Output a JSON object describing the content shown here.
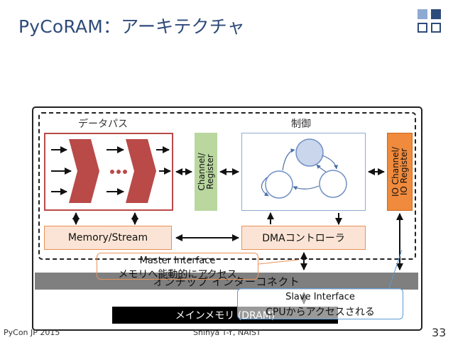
{
  "slide": {
    "title": "PyCoRAM：アーキテクチャ",
    "footer_left": "PyCon JP 2015",
    "footer_center": "Shinya T-Y, NAIST",
    "page_number": "33"
  },
  "diagram": {
    "datapath_label": "データパス",
    "control_label": "制御",
    "channel_register": "Channel/\nRegister",
    "io_channel": "IO Channel/\nIO Register",
    "memory_stream": "Memory/Stream",
    "dma_controller": "DMAコントローラ",
    "interconnect": "オンチップ インターコネクト",
    "dram": "メインメモリ (DRAM)",
    "master_interface": "Master Interface",
    "master_desc": "メモリへ能動的にアクセス",
    "slave_interface": "Slave Interface",
    "slave_desc": "CPUからアクセスされる"
  },
  "colors": {
    "title": "#2e4b7a",
    "datapath": "#b94a48",
    "channel": "#b9d79f",
    "io": "#f08a3c",
    "stream_fill": "#fbe4d5",
    "fsm": "#8eaad2",
    "interconnect": "#7f7f7f"
  }
}
